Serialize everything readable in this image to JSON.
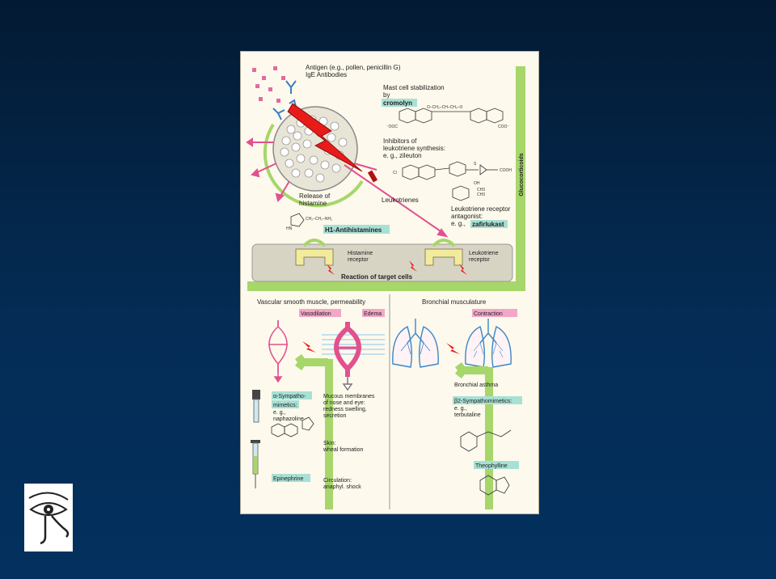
{
  "figure": {
    "antigen_label": "Antigen (e.g., pollen, penicillin G)",
    "ige_label": "IgE Antibodies",
    "mast_cell_stab_1": "Mast cell stabilization",
    "mast_cell_stab_2": "by",
    "cromolyn": "cromolyn",
    "leuk_inhib_1": "Inhibitors of",
    "leuk_inhib_2": "leukotriene synthesis:",
    "leuk_inhib_3": "e. g., zileuton",
    "glucocorticoids": "Glucocorticoids",
    "release_1": "Release of",
    "release_2": "histamine",
    "leukotrienes": "Leukotrienes",
    "lt_antag_1": "Leukotriene receptor",
    "lt_antag_2": "antagonist:",
    "lt_antag_3": "e. g.,",
    "zafirlukast": "zafirlukast",
    "h1_antihistamines": "H1-Antihistamines",
    "histamine_receptor_1": "Histamine",
    "histamine_receptor_2": "receptor",
    "leukotriene_receptor_1": "Leukotriene",
    "leukotriene_receptor_2": "receptor",
    "reaction": "Reaction of target cells",
    "vascular": "Vascular smooth muscle, permeability",
    "vasodilation": "Vasodilation",
    "edema": "Edema",
    "bronchial": "Bronchial musculature",
    "contraction": "Contraction",
    "bronchial_asthma": "Bronchial asthma",
    "alpha_1": "α-Sympatho-",
    "alpha_2": "mimetics:",
    "alpha_3": "e. g.,",
    "alpha_4": "naphazoline",
    "mucous_1": "Mucous membranes",
    "mucous_2": "of nose and eye:",
    "mucous_3": "redness swelling,",
    "mucous_4": "secretion",
    "skin_1": "Skin:",
    "skin_2": "wheal formation",
    "circ_1": "Circulation:",
    "circ_2": "anaphyl. shock",
    "epinephrine": "Epinephrine",
    "beta_1": "β2-Sympathomimetics:",
    "beta_2": "e. g.,",
    "beta_3": "terbutaline",
    "theophylline": "Theophylline"
  },
  "colors": {
    "background_top": "#031a33",
    "background_bottom": "#03305e",
    "paper": "#fdf9ec",
    "green_band": "#a7d66a",
    "pink_label": "#f2a7c8",
    "teal_label": "#a8e0d4",
    "magenta": "#e2508f",
    "red_bolt": "#e81b1b",
    "lung_blue": "#3c86c8"
  }
}
